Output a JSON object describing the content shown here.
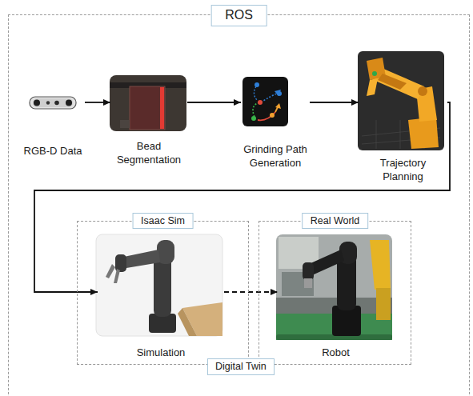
{
  "diagram": {
    "nodes": [
      {
        "text": [
          "ROS"
        ]
      },
      {
        "text": [
          "RGB-D Data"
        ],
        "in": 0
      },
      {
        "text": [
          "Bead Segmentation"
        ],
        "in": 0
      },
      {
        "text": [
          "Grinding Path Generation"
        ],
        "in": 0
      },
      {
        "text": [
          "Trajectory Planning"
        ],
        "in": 0
      },
      {
        "text": [
          "Isaac Sim"
        ],
        "in": 0
      },
      {
        "text": [
          "Simulation"
        ],
        "in": 5
      },
      {
        "text": [
          "Real World"
        ],
        "in": 0
      },
      {
        "text": [
          "Robot"
        ],
        "in": 7
      }
    ],
    "edges": [
      {
        "from": 1,
        "to": 2,
        "arrow": "to"
      },
      {
        "from": 2,
        "to": 3,
        "arrow": "to"
      },
      {
        "from": 3,
        "to": 4,
        "arrow": "to"
      },
      {
        "from": 4,
        "to": 6,
        "arrow": "to"
      },
      {
        "from": 6,
        "to": 8,
        "arrow": "to"
      }
    ],
    "labels": [
      "Digital Twin"
    ]
  }
}
